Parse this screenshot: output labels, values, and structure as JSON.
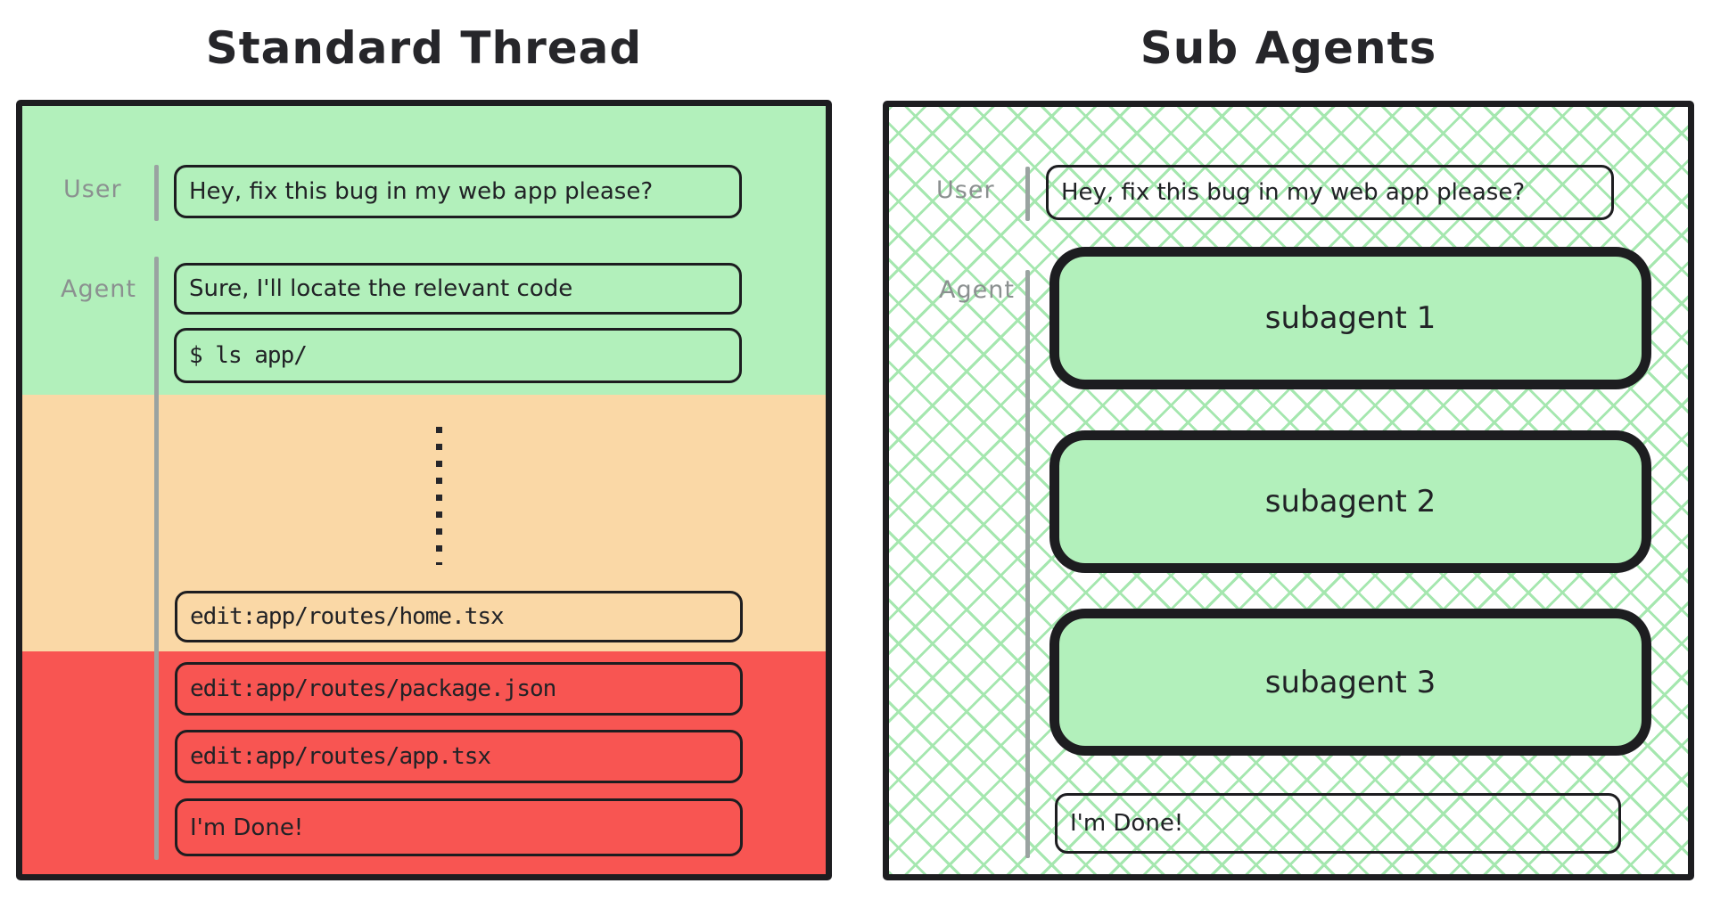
{
  "left_panel": {
    "title": "Standard Thread",
    "user_label": "User",
    "agent_label": "Agent",
    "user_message": "Hey, fix this bug in my web app please?",
    "agent_message": "Sure, I'll locate the relevant code",
    "command": "$ ls app/",
    "edit_home": "edit:app/routes/home.tsx",
    "edit_package": "edit:app/routes/package.json",
    "edit_app": "edit:app/routes/app.tsx",
    "done_message": "I'm Done!",
    "colors": {
      "green": "#b2f0bb",
      "orange": "#fad8a6",
      "red": "#f85552"
    }
  },
  "right_panel": {
    "title": "Sub Agents",
    "user_label": "User",
    "agent_label": "Agent",
    "user_message": "Hey, fix this bug in my web app please?",
    "subagents": [
      "subagent 1",
      "subagent 2",
      "subagent 3"
    ],
    "done_message": "I'm Done!",
    "colors": {
      "fill": "#b2f0bb",
      "hatch": "#a5e7af"
    }
  }
}
